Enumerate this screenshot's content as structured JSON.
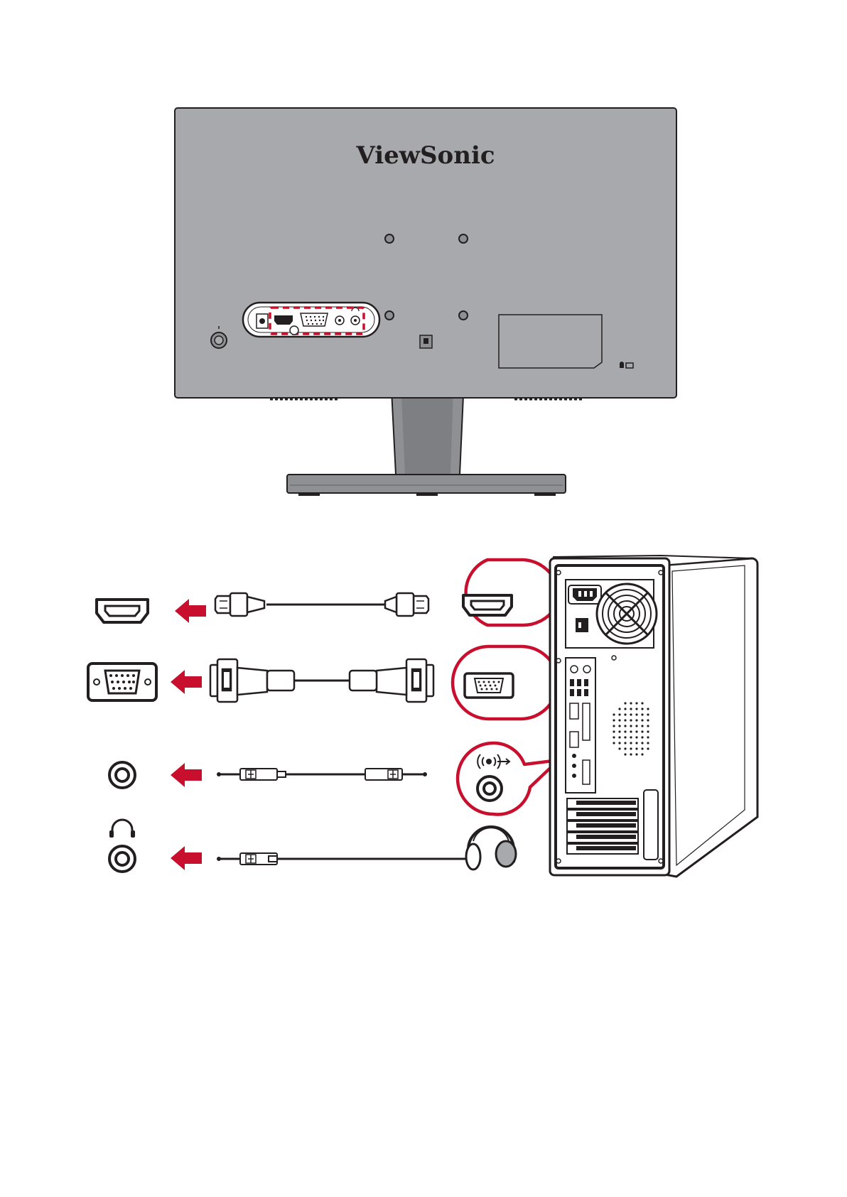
{
  "monitor": {
    "brand": "ViewSonic",
    "body_color": "#a7a9ac",
    "outline_color": "#231f20",
    "port_panel_ports": [
      "dc-in",
      "hdmi",
      "vga",
      "audio-in",
      "headphone-out"
    ]
  },
  "connections": [
    {
      "id": "hdmi",
      "monitor_port": "hdmi-port-icon",
      "cable": "hdmi-cable",
      "pc_port": "hdmi-port-icon"
    },
    {
      "id": "vga",
      "monitor_port": "vga-port-icon",
      "cable": "vga-cable",
      "pc_port": "vga-port-icon"
    },
    {
      "id": "audio",
      "monitor_port": "audio-jack-icon",
      "cable": "audio-cable",
      "pc_port": "audio-out-icon"
    },
    {
      "id": "headphone",
      "monitor_port": "headphone-jack-icon",
      "cable": "headphone-cable",
      "device": "headphones-icon"
    }
  ],
  "colors": {
    "accent_red": "#c8102e",
    "line": "#231f20",
    "pc_body": "#ffffff"
  }
}
